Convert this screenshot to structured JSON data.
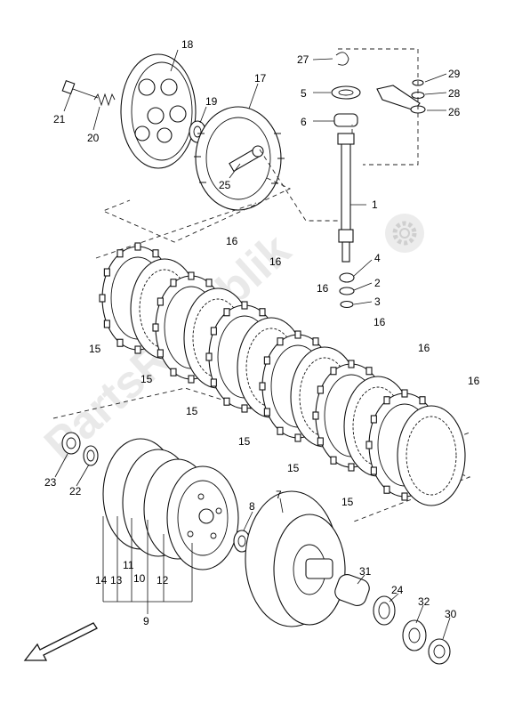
{
  "watermark": "PartsRepublik",
  "callouts": {
    "c1": "1",
    "c2": "2",
    "c3": "3",
    "c4": "4",
    "c5": "5",
    "c6": "6",
    "c7": "7",
    "c8": "8",
    "c9": "9",
    "c10": "10",
    "c11": "11",
    "c12": "12",
    "c13": "13",
    "c14": "14",
    "c15a": "15",
    "c15b": "15",
    "c15c": "15",
    "c15d": "15",
    "c15e": "15",
    "c15f": "15",
    "c16a": "16",
    "c16b": "16",
    "c16c": "16",
    "c16d": "16",
    "c16e": "16",
    "c16f": "16",
    "c17": "17",
    "c18": "18",
    "c19": "19",
    "c20": "20",
    "c21": "21",
    "c22": "22",
    "c23": "23",
    "c24": "24",
    "c25": "25",
    "c26": "26",
    "c27": "27",
    "c28": "28",
    "c29": "29",
    "c30": "30",
    "c31": "31",
    "c32": "32"
  },
  "icons": {
    "direction": "front-arrow-icon",
    "gear": "gear-icon"
  }
}
